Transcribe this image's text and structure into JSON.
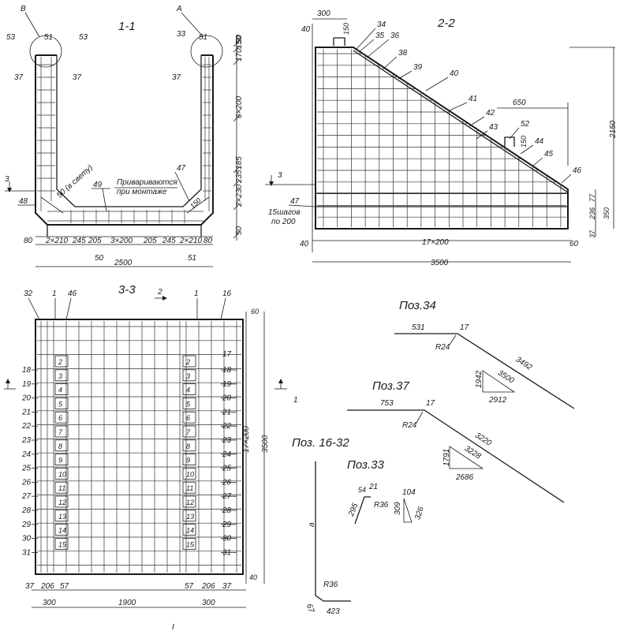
{
  "section_1_1": {
    "title": "1-1",
    "callouts": [
      "В",
      "53",
      "51",
      "53",
      "37",
      "37",
      "А",
      "33",
      "51",
      "37"
    ],
    "note_weld": "Привариваются",
    "note_weld2": "при монтаже",
    "pos_47": "47",
    "pos_49": "49",
    "pos_48": "48",
    "clear_gap": "50 (в свету)",
    "dim_150": "150",
    "right_dims": [
      "50",
      "150",
      "170",
      "6×200",
      "185",
      "235",
      "2×230",
      "50"
    ],
    "bottom_dims": [
      "80",
      "2×210",
      "245",
      "205",
      "3×200",
      "205",
      "245",
      "2×210",
      "80"
    ],
    "pos_50": "50",
    "pos_51b": "51",
    "total": "2500",
    "section_mark": "3"
  },
  "section_2_2": {
    "title": "2-2",
    "top_dims": [
      "300",
      "150"
    ],
    "left_dim": "40",
    "positions": [
      "34",
      "35",
      "36",
      "38",
      "39",
      "40",
      "41",
      "42",
      "43",
      "52",
      "44",
      "45",
      "46",
      "47"
    ],
    "dim_650": "650",
    "dim_150": "150",
    "dim_2150": "2150",
    "right_dims": [
      "77",
      "236",
      "350",
      "37"
    ],
    "steps_note_1": "15шагов",
    "steps_note_2": "по 200",
    "bottom_dims": [
      "40",
      "17×200",
      "60"
    ],
    "total": "3500",
    "section_mark": "3"
  },
  "section_3_3": {
    "title": "3-3",
    "top_labels": [
      "32",
      "1",
      "46",
      "2",
      "1",
      "16"
    ],
    "dim_60": "60",
    "dim_17": "17",
    "left_positions": [
      "18",
      "19",
      "20",
      "21",
      "22",
      "23",
      "24",
      "25",
      "26",
      "27",
      "28",
      "29",
      "30",
      "31"
    ],
    "inner_positions": [
      "2",
      "3",
      "4",
      "5",
      "6",
      "7",
      "8",
      "9",
      "10",
      "11",
      "12",
      "13",
      "14",
      "15"
    ],
    "right_dims": [
      "17×200",
      "3500",
      "40"
    ],
    "bottom_dims": [
      "37",
      "206",
      "57",
      "57",
      "206",
      "37"
    ],
    "bottom_totals": [
      "300",
      "1900",
      "300"
    ],
    "section_mark": "1",
    "bottom_mark": "I"
  },
  "pos_34": {
    "title": "Поз.34",
    "d531": "531",
    "d17": "17",
    "r": "R24",
    "d3492": "3492",
    "d1942": "1942",
    "d3500": "3500",
    "d2912": "2912"
  },
  "pos_37": {
    "title": "Поз.37",
    "d753": "753",
    "d17": "17",
    "r": "R24",
    "d3220": "3220",
    "d1791": "1791",
    "d3228": "3228",
    "d2686": "2686"
  },
  "pos_16_32": {
    "title": "Поз. 16-32",
    "a": "a",
    "r": "R36",
    "d67": "67",
    "d423": "423"
  },
  "pos_33": {
    "title": "Поз.33",
    "d54": "54",
    "d21": "21",
    "r": "R36",
    "d295": "295",
    "d104": "104",
    "d309": "309",
    "d326": "326"
  }
}
